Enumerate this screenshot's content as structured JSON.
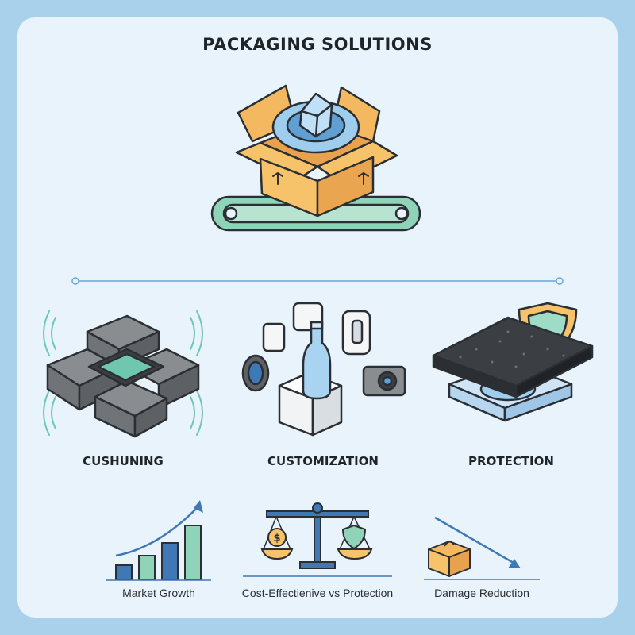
{
  "title": "PACKAGING SOLUTIONS",
  "features": [
    {
      "label": "CUSHUNING",
      "icon": "cushioning-foam-corners-icon"
    },
    {
      "label": "CUSTOMIZATION",
      "icon": "custom-insert-bottle-icon"
    },
    {
      "label": "PROTECTION",
      "icon": "protective-foam-shield-icon"
    }
  ],
  "metrics": [
    {
      "label": "Market Growth",
      "icon": "growth-bar-chart-icon"
    },
    {
      "label": "Cost-Effectienive vs Protection",
      "icon": "balance-scale-icon"
    },
    {
      "label": "Damage Reduction",
      "icon": "damage-reduction-arrow-icon"
    }
  ],
  "colors": {
    "background": "#a9d1ec",
    "card": "#e8f3fb",
    "box": "#f6c36a",
    "foam": "#9fcdee",
    "conveyor": "#8fd3b8",
    "accent_blue": "#3f79b5"
  }
}
